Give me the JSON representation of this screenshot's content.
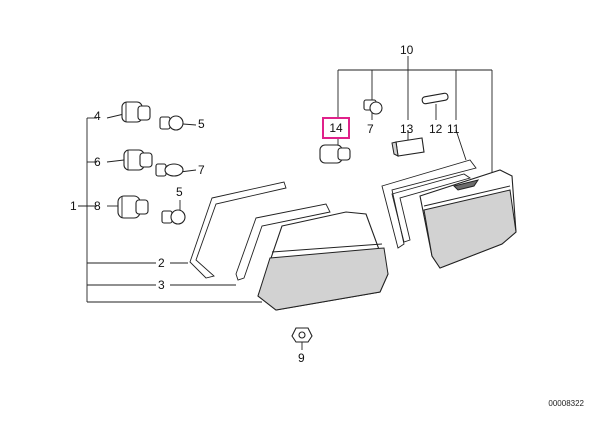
{
  "diagram": {
    "diagram_id": "00008322",
    "highlight_color": "#e0218a",
    "callouts": [
      {
        "id": "c1",
        "text": "1"
      },
      {
        "id": "c2",
        "text": "2"
      },
      {
        "id": "c3",
        "text": "3"
      },
      {
        "id": "c4",
        "text": "4"
      },
      {
        "id": "c5a",
        "text": "5"
      },
      {
        "id": "c5b",
        "text": "5"
      },
      {
        "id": "c6",
        "text": "6"
      },
      {
        "id": "c7a",
        "text": "7"
      },
      {
        "id": "c7b",
        "text": "7"
      },
      {
        "id": "c8",
        "text": "8"
      },
      {
        "id": "c9",
        "text": "9"
      },
      {
        "id": "c10",
        "text": "10"
      },
      {
        "id": "c11",
        "text": "11"
      },
      {
        "id": "c12",
        "text": "12"
      },
      {
        "id": "c13",
        "text": "13"
      },
      {
        "id": "c14",
        "text": "14"
      }
    ]
  }
}
